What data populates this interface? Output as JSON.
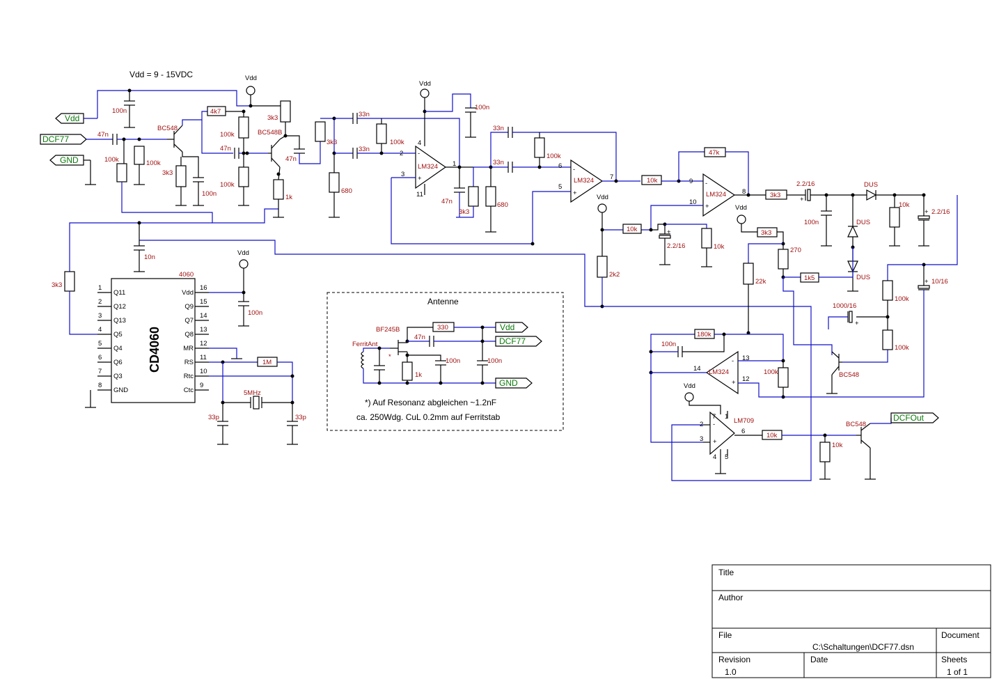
{
  "title_note": "Vdd = 9 - 15VDC",
  "power_label": "Vdd",
  "ports": {
    "vdd": "Vdd",
    "dcf77": "DCF77",
    "gnd": "GND",
    "dcfout": "DCFOut"
  },
  "components": {
    "c_100n_top": "100n",
    "c_47n_in": "47n",
    "r_100k_a": "100k",
    "r_100k_b": "100k",
    "q_bc548_1": "BC548",
    "r_3k3_e": "3k3",
    "c_100n_e": "100n",
    "r_4k7": "4k7",
    "r_100k_c": "100k",
    "c_47n_mid": "47n",
    "r_100k_d": "100k",
    "r_3k3_c": "3k3",
    "q_bc548b": "BC548B",
    "r_1k": "1k",
    "c_47n_out": "47n",
    "r_3k3_f": "3k3",
    "r_680_a": "680",
    "c_33n_a": "33n",
    "c_33n_b": "33n",
    "r_100k_f": "100k",
    "c_100n_opa": "100n",
    "opamp_1": "LM324",
    "c_47n_f": "47n",
    "r_3k3_g": "3k3",
    "c_33n_c": "33n",
    "c_33n_d": "33n",
    "r_100k_g": "100k",
    "r_680_b": "680",
    "opamp_2": "LM324",
    "r_10k_a": "10k",
    "r_47k": "47k",
    "opamp_3": "LM324",
    "r_10k_b": "10k",
    "c_22_a": "2.2/16",
    "r_10k_c": "10k",
    "r_2k2": "2k2",
    "r_3k3_h": "3k3",
    "c_22_b": "2.2/16",
    "c_100n_b": "100n",
    "d_dus_1": "DUS",
    "d_dus_2": "DUS",
    "d_dus_3": "DUS",
    "r_10k_d": "10k",
    "c_22_c": "2.2/16",
    "r_3k3_i": "3k3",
    "r_270": "270",
    "r_1k5": "1k5",
    "r_22k": "22k",
    "c_10_16": "10/16",
    "r_100k_h": "100k",
    "c_1000_16": "1000/16",
    "r_100k_i": "100k",
    "q_bc548_2": "BC548",
    "r_180k": "180k",
    "c_100n_c": "100n",
    "opamp_4": "LM324",
    "r_100k_j": "100k",
    "opamp_5": "LM709",
    "r_10k_e": "10k",
    "r_10k_f": "10k",
    "q_bc548_3": "BC548",
    "c_10n": "10n",
    "r_3k3_j": "3k3",
    "ic_name": "CD4060",
    "ic_ref": "4060",
    "c_100n_ic": "100n",
    "r_1m": "1M",
    "xtal": "5MHz",
    "c_33p_a": "33p",
    "c_33p_b": "33p"
  },
  "opamp_pins": {
    "u1_in_neg": "2",
    "u1_in_pos": "3",
    "u1_out": "1",
    "u1_vcc": "4",
    "u1_gnd": "11",
    "u2_in_neg": "6",
    "u2_in_pos": "5",
    "u2_out": "7",
    "u3_in_neg": "9",
    "u3_in_pos": "10",
    "u3_out": "8",
    "u4_in_neg": "13",
    "u4_in_pos": "12",
    "u4_out": "14",
    "u5_in_neg": "2",
    "u5_in_pos": "3",
    "u5_out": "6",
    "u5_p7": "7",
    "u5_p1": "1",
    "u5_p4": "4",
    "u5_p5": "5"
  },
  "ic_pins_left": [
    {
      "num": "1",
      "name": "Q11"
    },
    {
      "num": "2",
      "name": "Q12"
    },
    {
      "num": "3",
      "name": "Q13"
    },
    {
      "num": "4",
      "name": "Q5"
    },
    {
      "num": "5",
      "name": "Q4"
    },
    {
      "num": "6",
      "name": "Q6"
    },
    {
      "num": "7",
      "name": "Q3"
    },
    {
      "num": "8",
      "name": "GND"
    }
  ],
  "ic_pins_right": [
    {
      "num": "16",
      "name": "Vdd"
    },
    {
      "num": "15",
      "name": "Q9"
    },
    {
      "num": "14",
      "name": "Q7"
    },
    {
      "num": "13",
      "name": "Q8"
    },
    {
      "num": "12",
      "name": "MR"
    },
    {
      "num": "11",
      "name": "RS"
    },
    {
      "num": "10",
      "name": "Rtc"
    },
    {
      "num": "9",
      "name": "Ctc"
    }
  ],
  "antenna": {
    "title": "Antenne",
    "fet": "BF245B",
    "coil": "FerritAnt",
    "r_330": "330",
    "c_47n": "47n",
    "c_100n_a": "100n",
    "c_100n_b": "100n",
    "r_1k": "1k",
    "star": "*",
    "note_line1": "*) Auf Resonanz abgleichen ~1.2nF",
    "note_line2": "ca. 250Wdg. CuL 0.2mm auf Ferritstab"
  },
  "title_block": {
    "title_label": "Title",
    "title_value": "",
    "author_label": "Author",
    "author_value": "",
    "file_label": "File",
    "file_value": "C:\\Schaltungen\\DCF77.dsn",
    "document_label": "Document",
    "document_value": "",
    "revision_label": "Revision",
    "revision_value": "1.0",
    "date_label": "Date",
    "date_value": "",
    "sheets_label": "Sheets",
    "sheets_value": "1 of 1"
  }
}
